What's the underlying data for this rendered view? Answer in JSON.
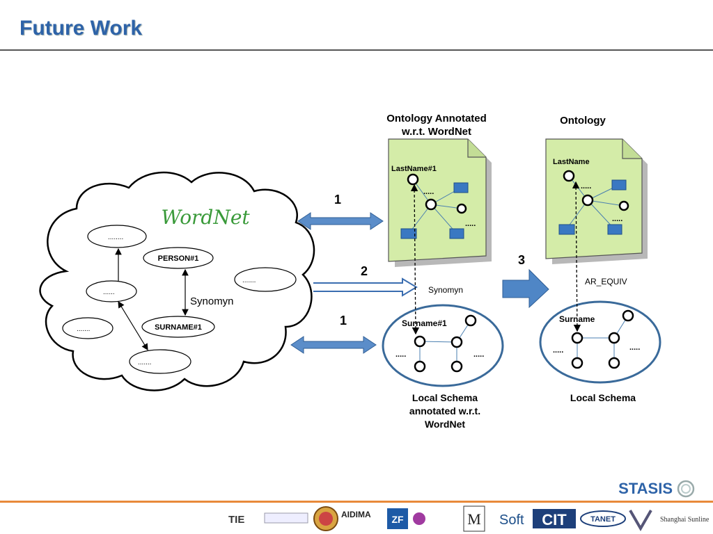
{
  "slide": {
    "title": "Future Work",
    "brand": "STASIS"
  },
  "wordnet": {
    "logo": "WordNet",
    "nodes": [
      "........",
      "PERSON#1",
      "......",
      "Synomyn",
      "SURNAME#1",
      ".......",
      ".......",
      "......."
    ]
  },
  "arrows": {
    "step1_top": "1",
    "step2": "2",
    "step1_bottom": "1",
    "step3": "3",
    "synonym_label": "Synomyn",
    "equiv_label": "AR_EQUIV"
  },
  "annotated_ontology": {
    "caption_line1": "Ontology Annotated",
    "caption_line2": "w.r.t. WordNet",
    "node_label": "LastName#1",
    "dots": [
      ".....",
      "....."
    ]
  },
  "ontology": {
    "caption": "Ontology",
    "node_label": "LastName",
    "dots": [
      ".....",
      "....."
    ]
  },
  "local_schema_annotated": {
    "node_label": "Surname#1",
    "dots": [
      ".....",
      "....."
    ],
    "caption_line1": "Local Schema",
    "caption_line2": "annotated w.r.t.",
    "caption_line3": "WordNet"
  },
  "local_schema": {
    "node_label": "Surname",
    "dots": [
      ".....",
      "....."
    ],
    "caption": "Local Schema"
  },
  "logos": [
    "TIE",
    "AIDIMA",
    "ZF",
    "M",
    "Soft",
    "CIT",
    "TANET",
    "Shanghai Sunline"
  ]
}
